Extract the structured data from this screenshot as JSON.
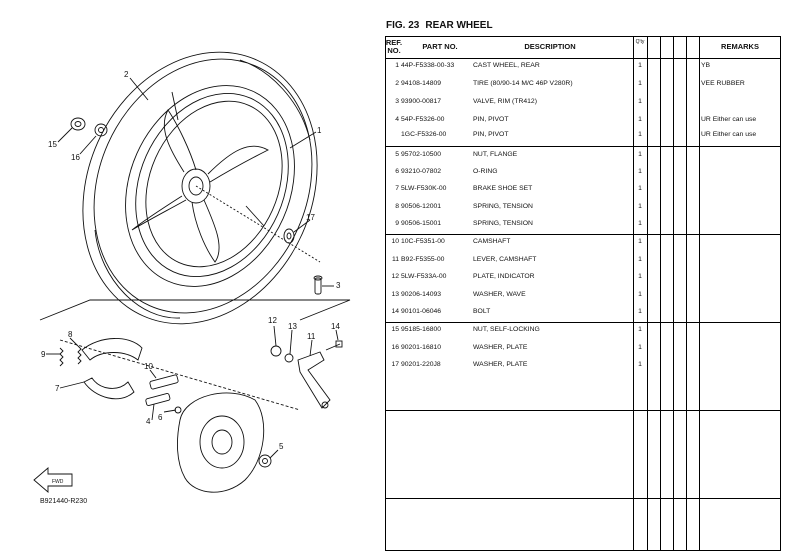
{
  "figure": {
    "label": "FIG. 23",
    "title": "REAR WHEEL"
  },
  "diagram": {
    "callouts": [
      "1",
      "2",
      "3",
      "4",
      "5",
      "6",
      "7",
      "8",
      "9",
      "10",
      "11",
      "12",
      "13",
      "14",
      "15",
      "16",
      "17"
    ],
    "ref_code": "B921440-R230",
    "fwd_label": "FWD"
  },
  "table": {
    "headers": {
      "ref": "REF.",
      "no": "NO.",
      "part": "PART NO.",
      "desc": "DESCRIPTION",
      "qty_small": "Q'ty",
      "remarks": "REMARKS"
    },
    "rows": [
      {
        "ref": "1",
        "part": "44P-F5338-00-33",
        "desc": "CAST WHEEL, REAR",
        "qty": "1",
        "remarks": "YB"
      },
      {
        "ref": "2",
        "part": "94108-14809",
        "desc": "TIRE (80/90-14 M/C 46P V280R)",
        "qty": "1",
        "remarks": "VEE RUBBER"
      },
      {
        "ref": "3",
        "part": "93900-00817",
        "desc": "VALVE, RIM (TR412)",
        "qty": "1",
        "remarks": ""
      },
      {
        "ref": "4",
        "part": "54P-F5326-00",
        "desc": "PIN, PIVOT",
        "qty": "1",
        "remarks": "UR Either can use"
      },
      {
        "ref": "",
        "part": "1GC-F5326-00",
        "desc": "PIN, PIVOT",
        "qty": "1",
        "remarks": "UR Either can use"
      },
      {
        "ref": "5",
        "part": "95702-10500",
        "desc": "NUT, FLANGE",
        "qty": "1",
        "remarks": ""
      },
      {
        "ref": "6",
        "part": "93210-07802",
        "desc": "O-RING",
        "qty": "1",
        "remarks": ""
      },
      {
        "ref": "7",
        "part": "5LW-F530K-00",
        "desc": "BRAKE SHOE SET",
        "qty": "1",
        "remarks": ""
      },
      {
        "ref": "8",
        "part": "90506-12001",
        "desc": "SPRING, TENSION",
        "qty": "1",
        "remarks": ""
      },
      {
        "ref": "9",
        "part": "90506-15001",
        "desc": "SPRING, TENSION",
        "qty": "1",
        "remarks": ""
      },
      {
        "ref": "10",
        "part": "10C-F5351-00",
        "desc": "CAMSHAFT",
        "qty": "1",
        "remarks": ""
      },
      {
        "ref": "11",
        "part": "B92-F5355-00",
        "desc": "LEVER, CAMSHAFT",
        "qty": "1",
        "remarks": ""
      },
      {
        "ref": "12",
        "part": "5LW-F533A-00",
        "desc": "PLATE, INDICATOR",
        "qty": "1",
        "remarks": ""
      },
      {
        "ref": "13",
        "part": "90206-14093",
        "desc": "WASHER, WAVE",
        "qty": "1",
        "remarks": ""
      },
      {
        "ref": "14",
        "part": "90101-06046",
        "desc": "BOLT",
        "qty": "1",
        "remarks": ""
      },
      {
        "ref": "15",
        "part": "95185-16800",
        "desc": "NUT, SELF-LOCKING",
        "qty": "1",
        "remarks": ""
      },
      {
        "ref": "16",
        "part": "90201-16810",
        "desc": "WASHER, PLATE",
        "qty": "1",
        "remarks": ""
      },
      {
        "ref": "17",
        "part": "90201-220J8",
        "desc": "WASHER, PLATE",
        "qty": "1",
        "remarks": ""
      }
    ]
  }
}
